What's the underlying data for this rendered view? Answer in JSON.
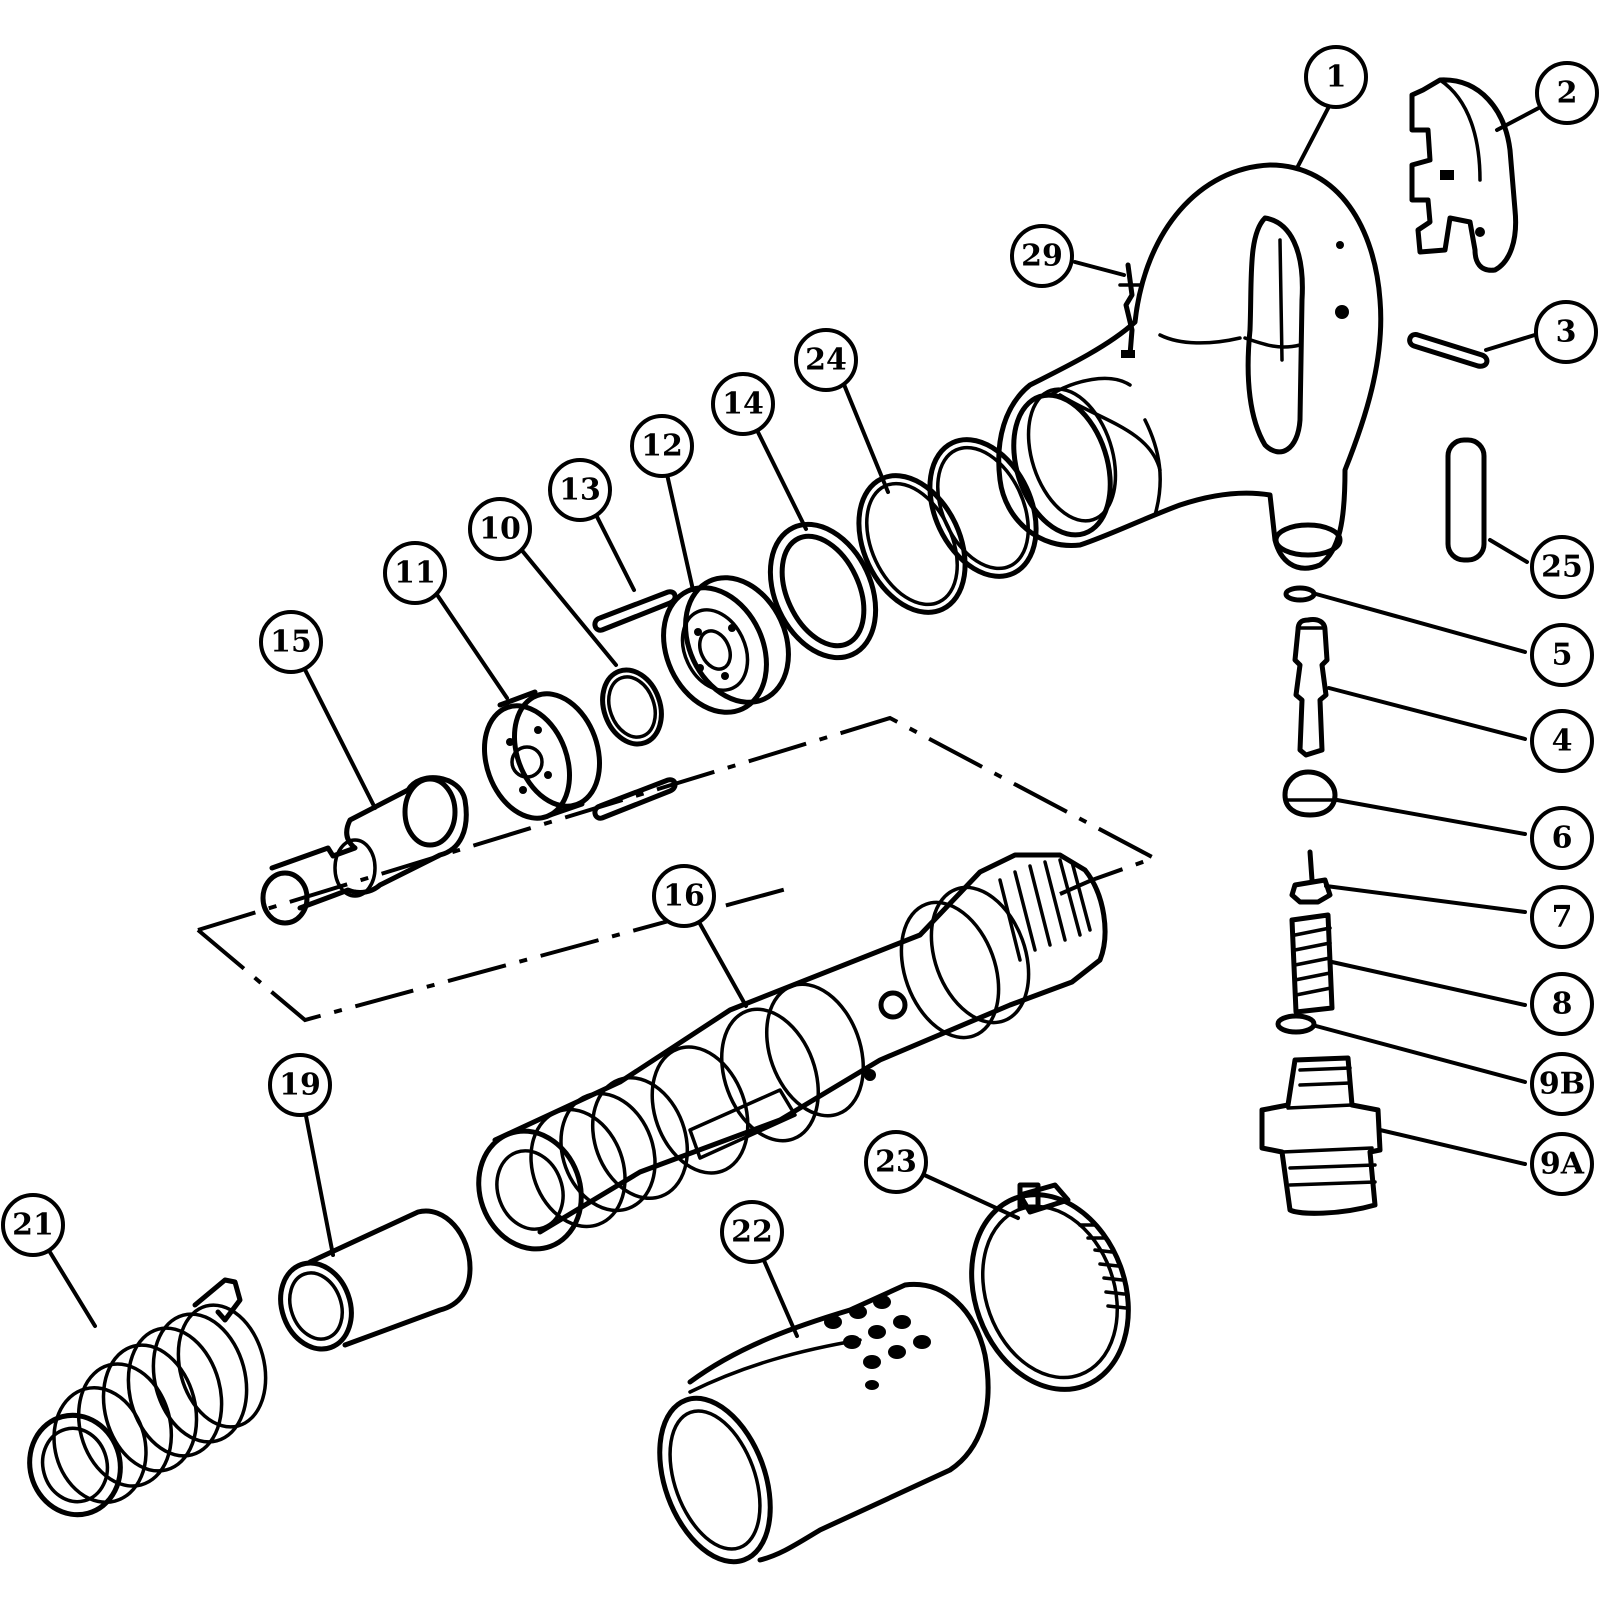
{
  "diagram": {
    "callouts": [
      {
        "id": "c1",
        "label": "1"
      },
      {
        "id": "c2",
        "label": "2"
      },
      {
        "id": "c3",
        "label": "3"
      },
      {
        "id": "c4",
        "label": "4"
      },
      {
        "id": "c5",
        "label": "5"
      },
      {
        "id": "c6",
        "label": "6"
      },
      {
        "id": "c7",
        "label": "7"
      },
      {
        "id": "c8",
        "label": "8"
      },
      {
        "id": "c9b",
        "label": "9B"
      },
      {
        "id": "c9a",
        "label": "9A"
      },
      {
        "id": "c10",
        "label": "10"
      },
      {
        "id": "c11",
        "label": "11"
      },
      {
        "id": "c12",
        "label": "12"
      },
      {
        "id": "c13",
        "label": "13"
      },
      {
        "id": "c14",
        "label": "14"
      },
      {
        "id": "c15",
        "label": "15"
      },
      {
        "id": "c16",
        "label": "16"
      },
      {
        "id": "c19",
        "label": "19"
      },
      {
        "id": "c21",
        "label": "21"
      },
      {
        "id": "c22",
        "label": "22"
      },
      {
        "id": "c23",
        "label": "23"
      },
      {
        "id": "c24",
        "label": "24"
      },
      {
        "id": "c25",
        "label": "25"
      },
      {
        "id": "c29",
        "label": "29"
      }
    ]
  }
}
